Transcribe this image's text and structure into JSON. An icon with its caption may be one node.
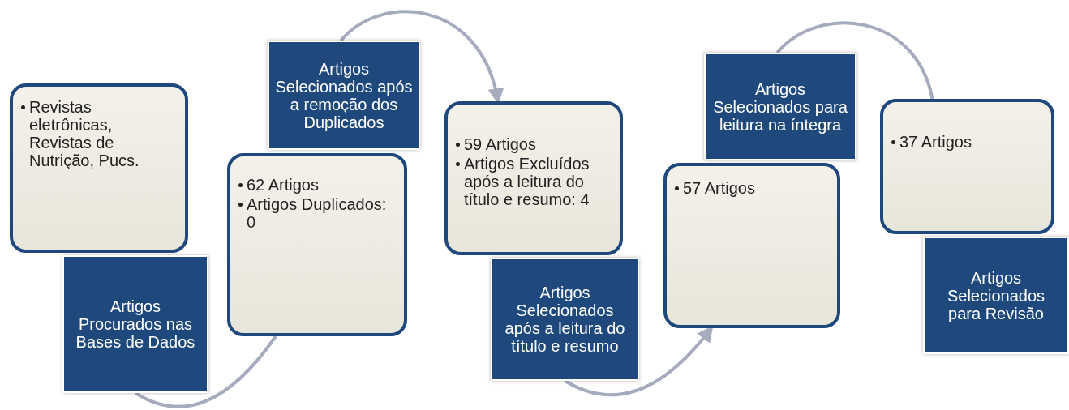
{
  "diagram": {
    "nodes": [
      {
        "text": [
          "Revistas eletrônicas, Revistas de Nutrição, Pucs."
        ]
      },
      {
        "text": [
          "Artigos Procurados nas  Bases de Dados"
        ]
      },
      {
        "text": [
          "62 Artigos",
          "Artigos Duplicados: 0"
        ]
      },
      {
        "text": [
          "Artigos Selecionados após a remoção dos Duplicados"
        ]
      },
      {
        "text": [
          "59 Artigos",
          "Artigos Excluídos após a leitura do título e resumo: 4"
        ]
      },
      {
        "text": [
          "Artigos Selecionados após a leitura do título e resumo"
        ]
      },
      {
        "text": [
          "57 Artigos"
        ]
      },
      {
        "text": [
          "Artigos Selecionados para leitura na íntegra"
        ]
      },
      {
        "text": [
          "37 Artigos"
        ]
      },
      {
        "text": [
          "Artigos Selecionados para Revisão"
        ]
      }
    ],
    "edges": [
      {
        "from": 1,
        "to": 2,
        "arrow": "none"
      },
      {
        "from": 3,
        "to": 4,
        "arrow": "to"
      },
      {
        "from": 5,
        "to": 6,
        "arrow": "to"
      },
      {
        "from": 7,
        "to": 8,
        "arrow": "none"
      }
    ]
  }
}
